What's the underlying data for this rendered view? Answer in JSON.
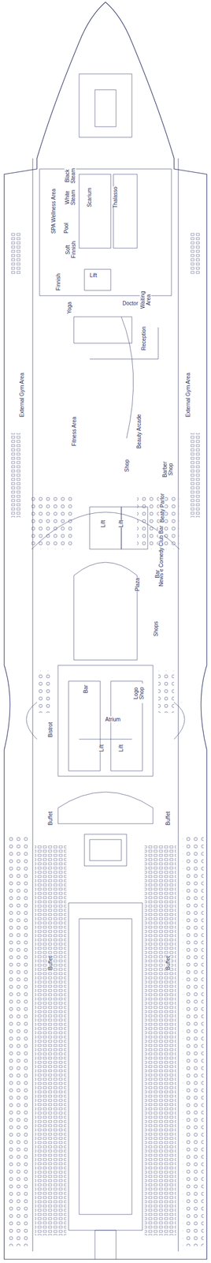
{
  "diagram": {
    "labels": [
      "Black Steam",
      "White Steam",
      "Scarium",
      "Thalasso",
      "SPA Wellness Area",
      "Pool",
      "Soft Finnish",
      "Finnish",
      "Lift",
      "Yoga",
      "Doctor",
      "Waiting Area",
      "Reception",
      "External Gym Area",
      "External Gym Area",
      "Fitness Area",
      "Beauty Arcade",
      "Shop",
      "Barber Shop",
      "Beaty Parlor",
      "Lift",
      "Lift",
      "News e Comedy Club Bar",
      "Bar",
      "Plaza",
      "Shops",
      "Bar",
      "Logo Shop",
      "Atrium",
      "Bistrot",
      "Lift",
      "Lift",
      "Buffet",
      "Buffet",
      "Buffet",
      "Buffet"
    ]
  }
}
